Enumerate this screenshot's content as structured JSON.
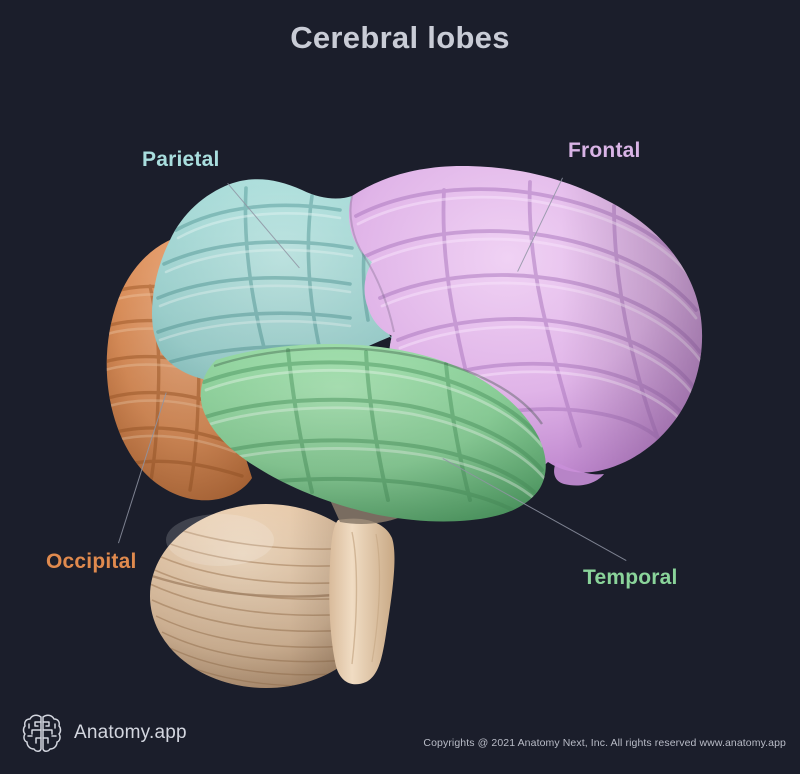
{
  "page": {
    "title": "Cerebral lobes",
    "background_color": "#1b1e2b",
    "title_color": "#c9ccd6"
  },
  "labels": [
    {
      "id": "parietal",
      "text": "Parietal",
      "color": "#a9dede"
    },
    {
      "id": "frontal",
      "text": "Frontal",
      "color": "#d9b4e6"
    },
    {
      "id": "occipital",
      "text": "Occipital",
      "color": "#e08a4e"
    },
    {
      "id": "temporal",
      "text": "Temporal",
      "color": "#8ad49a"
    }
  ],
  "anatomy": {
    "regions": [
      {
        "name": "frontal-lobe",
        "color": "#e0b4e8"
      },
      {
        "name": "parietal-lobe",
        "color": "#a3d9d6"
      },
      {
        "name": "temporal-lobe",
        "color": "#8ed49c"
      },
      {
        "name": "occipital-lobe",
        "color": "#e0925c"
      },
      {
        "name": "cerebellum",
        "color": "#e8c9a8"
      },
      {
        "name": "brainstem",
        "color": "#e6cdb0"
      }
    ],
    "view": "left lateral"
  },
  "footer": {
    "logo_icon": "brain-icon",
    "logo_text": "Anatomy.app",
    "copyright": "Copyrights @ 2021 Anatomy Next, Inc. All rights reserved www.anatomy.app"
  }
}
